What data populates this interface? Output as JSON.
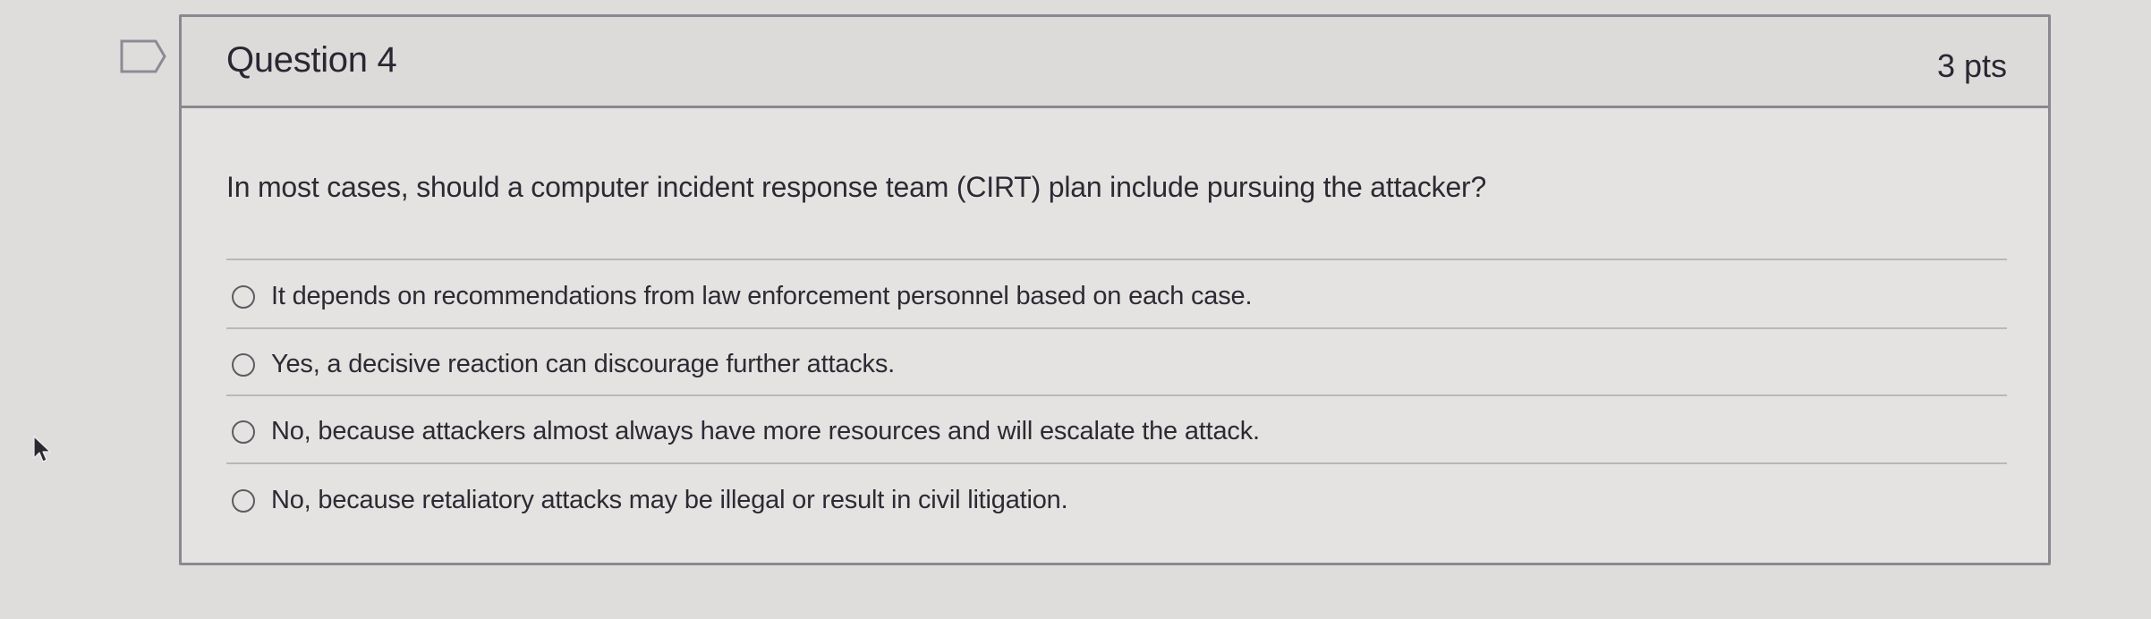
{
  "question": {
    "title": "Question 4",
    "points": "3 pts",
    "text": "In most cases, should a computer incident response team (CIRT) plan include pursuing the attacker?",
    "answers": [
      {
        "label": "It depends on recommendations from law enforcement personnel based on each case.",
        "selected": false
      },
      {
        "label": "Yes, a decisive reaction can discourage further attacks.",
        "selected": false
      },
      {
        "label": "No, because attackers almost always have more resources and will escalate the attack.",
        "selected": false
      },
      {
        "label": "No, because retaliatory attacks may be illegal or result in civil litigation.",
        "selected": false
      }
    ]
  },
  "icons": {
    "flag": "flag-question-icon",
    "cursor": "mouse-pointer-icon"
  },
  "colors": {
    "background": "#dedddb",
    "card": "#e4e3e1",
    "header": "#dcdbd9",
    "border": "#8a8890",
    "text": "#2d2a33"
  }
}
